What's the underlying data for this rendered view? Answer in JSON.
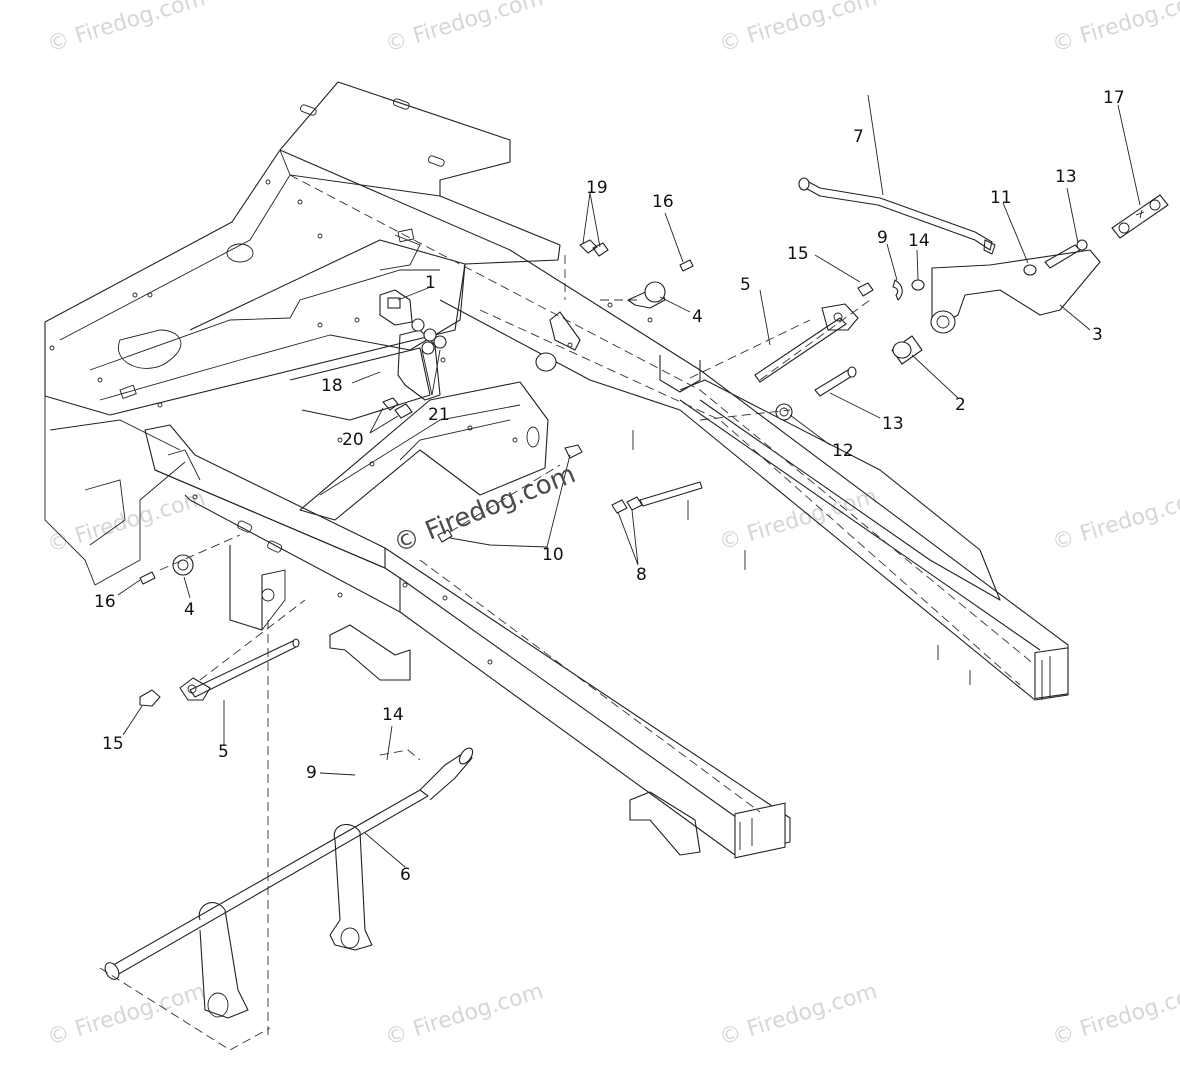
{
  "watermarks": {
    "tiled": "© Firedog.com",
    "center": "© Firedog.com"
  },
  "callouts": {
    "c1": "1",
    "c2": "2",
    "c3": "3",
    "c4a": "4",
    "c4b": "4",
    "c5a": "5",
    "c5b": "5",
    "c6": "6",
    "c7": "7",
    "c8": "8",
    "c9a": "9",
    "c9b": "9",
    "c10": "10",
    "c11": "11",
    "c12": "12",
    "c13a": "13",
    "c13b": "13",
    "c14a": "14",
    "c14b": "14",
    "c15a": "15",
    "c15b": "15",
    "c16a": "16",
    "c16b": "16",
    "c17": "17",
    "c18": "18",
    "c19": "19",
    "c20": "20",
    "c21": "21"
  }
}
